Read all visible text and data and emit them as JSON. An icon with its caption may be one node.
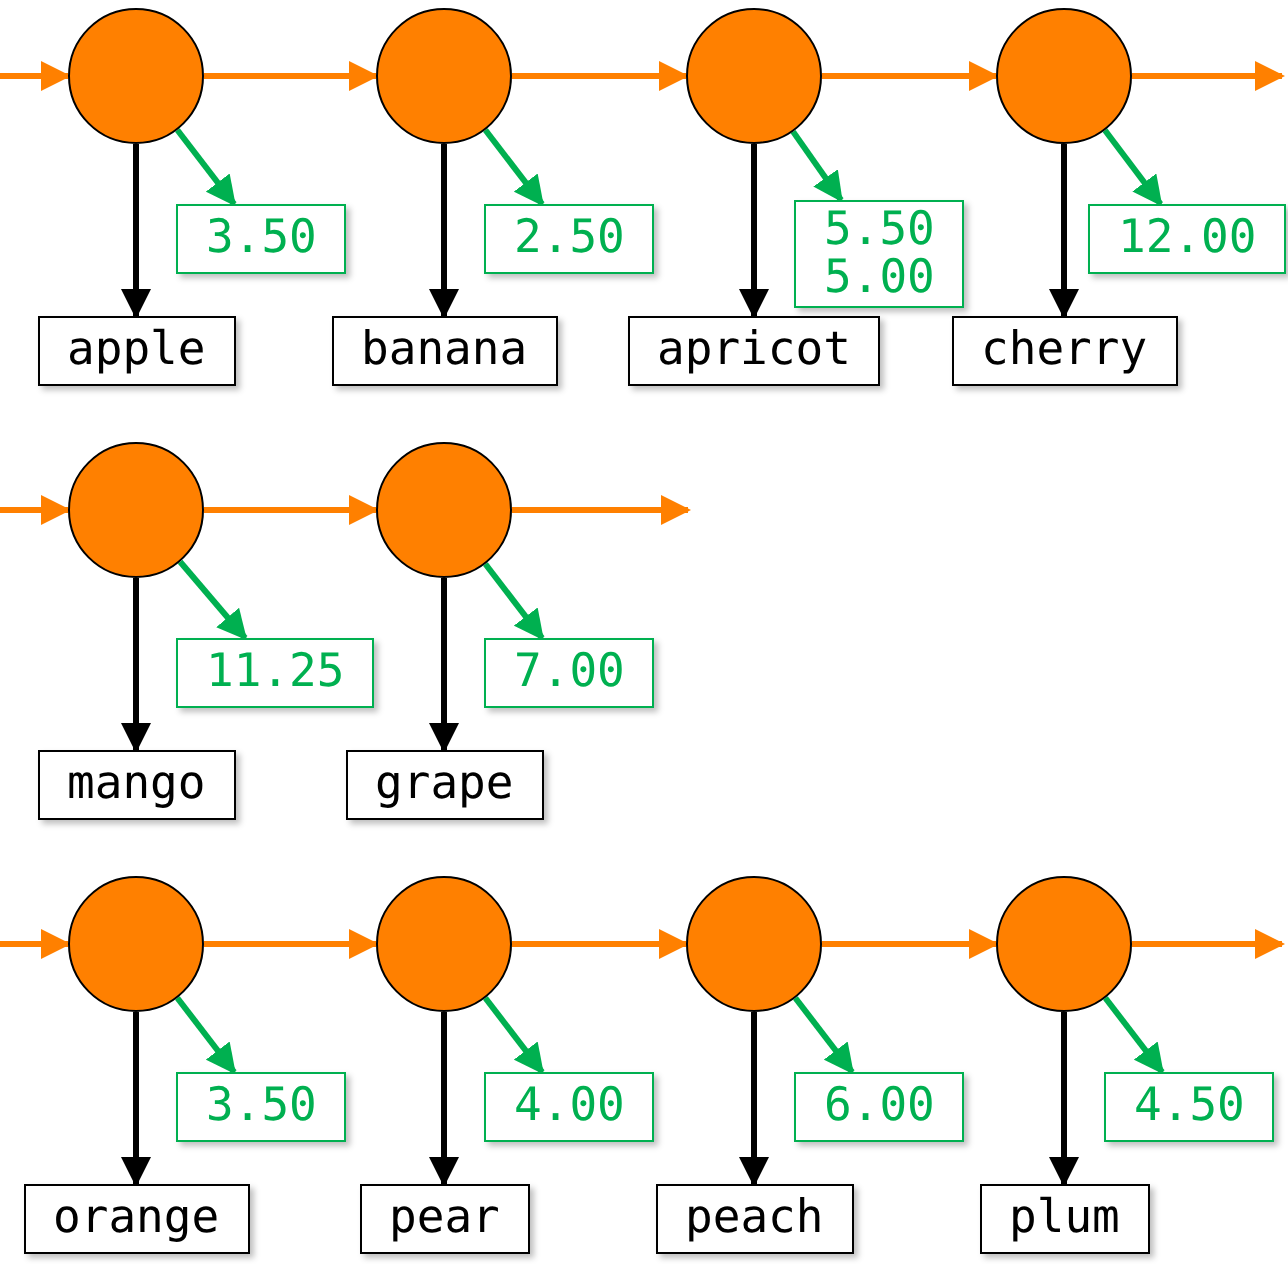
{
  "diagram": {
    "nodes": [
      {
        "text": [],
        "shape": "circle"
      },
      {
        "text": [
          "3.50"
        ]
      },
      {
        "text": [
          "apple"
        ]
      },
      {
        "text": [],
        "shape": "circle"
      },
      {
        "text": [
          "2.50"
        ]
      },
      {
        "text": [
          "banana"
        ]
      },
      {
        "text": [],
        "shape": "circle"
      },
      {
        "text": [
          "5.50",
          "5.00"
        ]
      },
      {
        "text": [
          "apricot"
        ]
      },
      {
        "text": [],
        "shape": "circle"
      },
      {
        "text": [
          "12.00"
        ]
      },
      {
        "text": [
          "cherry"
        ]
      },
      {
        "text": [],
        "shape": "circle"
      },
      {
        "text": [
          "11.25"
        ]
      },
      {
        "text": [
          "mango"
        ]
      },
      {
        "text": [],
        "shape": "circle"
      },
      {
        "text": [
          "7.00"
        ]
      },
      {
        "text": [
          "grape"
        ]
      },
      {
        "text": [],
        "shape": "circle"
      },
      {
        "text": [
          "3.50"
        ]
      },
      {
        "text": [
          "orange"
        ]
      },
      {
        "text": [],
        "shape": "circle"
      },
      {
        "text": [
          "4.00"
        ]
      },
      {
        "text": [
          "pear"
        ]
      },
      {
        "text": [],
        "shape": "circle"
      },
      {
        "text": [
          "6.00"
        ]
      },
      {
        "text": [
          "peach"
        ]
      },
      {
        "text": [],
        "shape": "circle"
      },
      {
        "text": [
          "4.50"
        ]
      },
      {
        "text": [
          "plum"
        ]
      }
    ],
    "edges": [
      {
        "from": null,
        "to": 0,
        "arrow": "to"
      },
      {
        "from": 0,
        "to": 3,
        "arrow": "to"
      },
      {
        "from": 3,
        "to": 6,
        "arrow": "to"
      },
      {
        "from": 6,
        "to": 9,
        "arrow": "to"
      },
      {
        "from": 9,
        "to": null,
        "arrow": "to"
      },
      {
        "from": 0,
        "to": 2,
        "arrow": "to",
        "color": "#000000"
      },
      {
        "from": 0,
        "to": 1,
        "arrow": "to",
        "color": "#00b050"
      },
      {
        "from": 3,
        "to": 5,
        "arrow": "to",
        "color": "#000000"
      },
      {
        "from": 3,
        "to": 4,
        "arrow": "to",
        "color": "#00b050"
      },
      {
        "from": 6,
        "to": 8,
        "arrow": "to",
        "color": "#000000"
      },
      {
        "from": 6,
        "to": 7,
        "arrow": "to",
        "color": "#00b050"
      },
      {
        "from": 9,
        "to": 11,
        "arrow": "to",
        "color": "#000000"
      },
      {
        "from": 9,
        "to": 10,
        "arrow": "to",
        "color": "#00b050"
      },
      {
        "from": null,
        "to": 12,
        "arrow": "to"
      },
      {
        "from": 12,
        "to": 15,
        "arrow": "to"
      },
      {
        "from": 15,
        "to": null,
        "arrow": "to"
      },
      {
        "from": 12,
        "to": 14,
        "arrow": "to",
        "color": "#000000"
      },
      {
        "from": 12,
        "to": 13,
        "arrow": "to",
        "color": "#00b050"
      },
      {
        "from": 15,
        "to": 17,
        "arrow": "to",
        "color": "#000000"
      },
      {
        "from": 15,
        "to": 16,
        "arrow": "to",
        "color": "#00b050"
      },
      {
        "from": null,
        "to": 18,
        "arrow": "to"
      },
      {
        "from": 18,
        "to": 21,
        "arrow": "to"
      },
      {
        "from": 21,
        "to": 24,
        "arrow": "to"
      },
      {
        "from": 24,
        "to": 27,
        "arrow": "to"
      },
      {
        "from": 27,
        "to": null,
        "arrow": "to"
      },
      {
        "from": 18,
        "to": 20,
        "arrow": "to",
        "color": "#000000"
      },
      {
        "from": 18,
        "to": 19,
        "arrow": "to",
        "color": "#00b050"
      },
      {
        "from": 21,
        "to": 23,
        "arrow": "to",
        "color": "#000000"
      },
      {
        "from": 21,
        "to": 22,
        "arrow": "to",
        "color": "#00b050"
      },
      {
        "from": 24,
        "to": 26,
        "arrow": "to",
        "color": "#000000"
      },
      {
        "from": 24,
        "to": 25,
        "arrow": "to",
        "color": "#00b050"
      },
      {
        "from": 27,
        "to": 29,
        "arrow": "to",
        "color": "#000000"
      },
      {
        "from": 27,
        "to": 28,
        "arrow": "to",
        "color": "#00b050"
      }
    ]
  }
}
